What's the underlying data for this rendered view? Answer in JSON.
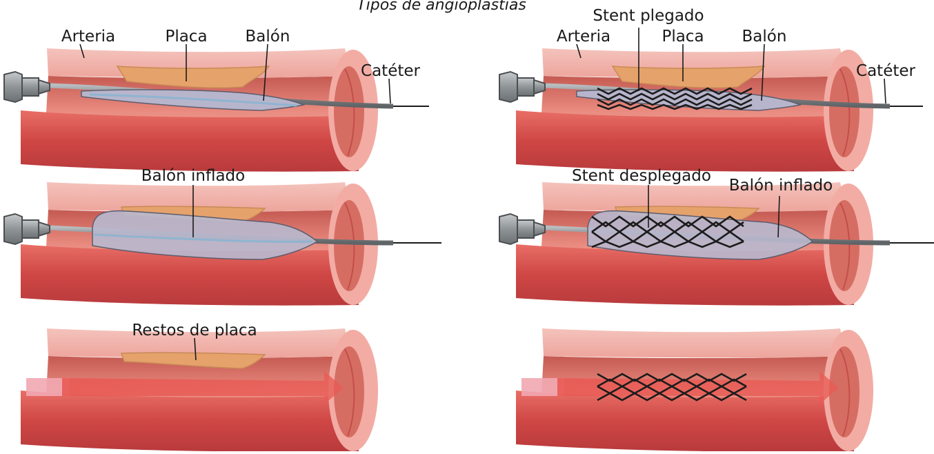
{
  "title": "Tipos de angioplastias",
  "colors": {
    "artery_wall": "#e8a09a",
    "artery_wall_dark": "#c9564f",
    "artery_lumen": "#f7b4a8",
    "plaque": "#e7a46a",
    "balloon": "#b9b7cd",
    "balloon_inner": "#9ab8cf",
    "catheter": "#8e9294",
    "stent": "#1c1c1c",
    "blood_flow": "#e2574d"
  },
  "left_column": {
    "panel1": {
      "arteria": "Arteria",
      "placa": "Placa",
      "balon": "Balón",
      "cateter": "Catéter"
    },
    "panel2": {
      "balon_inflado": "Balón inflado"
    },
    "panel3": {
      "restos_de_placa": "Restos de placa"
    }
  },
  "right_column": {
    "panel1": {
      "stent_plegado": "Stent plegado",
      "arteria": "Arteria",
      "placa": "Placa",
      "balon": "Balón",
      "cateter": "Catéter"
    },
    "panel2": {
      "stent_desplegado": "Stent desplegado",
      "balon_inflado": "Balón inflado"
    },
    "panel3": {}
  },
  "icons": [
    "catheter-hub-icon",
    "flow-arrow-icon",
    "stent-mesh-icon"
  ]
}
